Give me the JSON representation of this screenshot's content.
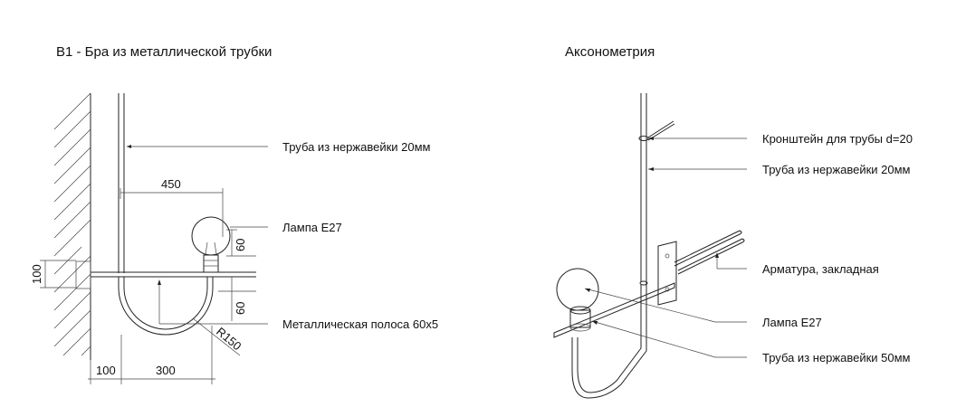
{
  "titles": {
    "left": "B1 - Бра из металлической трубки",
    "right": "Аксонометрия"
  },
  "elevation": {
    "labels": {
      "pipe": "Труба из нержавейки 20мм",
      "lamp": "Лампа E27",
      "strip": "Металлическая полоса 60x5"
    },
    "dimensions": {
      "width_total": "450",
      "lamp_height": "60",
      "strip_offset": "60",
      "wall_offset": "100",
      "bend_width": "300",
      "bend_radius": "R150",
      "left_height": "100"
    }
  },
  "axonometry": {
    "labels": {
      "bracket": "Кронштейн для трубы d=20",
      "pipe20": "Труба из нержавейки 20мм",
      "rebar": "Арматура, закладная",
      "lamp": "Лампа E27",
      "pipe50": "Труба из нержавейки 50мм"
    }
  }
}
